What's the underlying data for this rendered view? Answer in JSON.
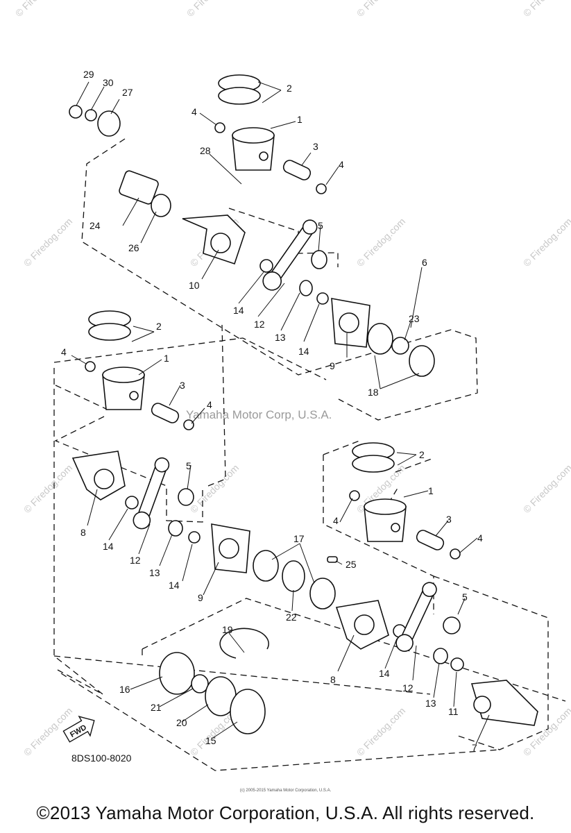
{
  "watermark": {
    "text": "© Firedog.com",
    "mid_text": "Yamaha Motor Corp, U.S.A."
  },
  "catalog_code": "8DS100-8020",
  "fwd_label": "FWD",
  "small_credit": "(c) 2005-2015 Yamaha Motor Corporation, U.S.A.",
  "footer": "©2013 Yamaha Motor Corporation, U.S.A. All rights reserved.",
  "labels": {
    "p1a": "1",
    "p1b": "1",
    "p1c": "1",
    "p2a": "2",
    "p2b": "2",
    "p2c": "2",
    "p3a": "3",
    "p3b": "3",
    "p3c": "3",
    "p4a": "4",
    "p4b": "4",
    "p4c": "4",
    "p4d": "4",
    "p4e": "4",
    "p4f": "4",
    "p5a": "5",
    "p5b": "5",
    "p5c": "5",
    "p6": "6",
    "p7": "7",
    "p8a": "8",
    "p8b": "8",
    "p9a": "9",
    "p9b": "9",
    "p10": "10",
    "p11": "11",
    "p12a": "12",
    "p12b": "12",
    "p12c": "12",
    "p13a": "13",
    "p13b": "13",
    "p13c": "13",
    "p14a": "14",
    "p14b": "14",
    "p14c": "14",
    "p14d": "14",
    "p14e": "14",
    "p15": "15",
    "p16": "16",
    "p17": "17",
    "p18": "18",
    "p19": "19",
    "p20": "20",
    "p21": "21",
    "p22": "22",
    "p23": "23",
    "p24": "24",
    "p25": "25",
    "p26": "26",
    "p27": "27",
    "p28": "28",
    "p29": "29",
    "p30": "30"
  }
}
